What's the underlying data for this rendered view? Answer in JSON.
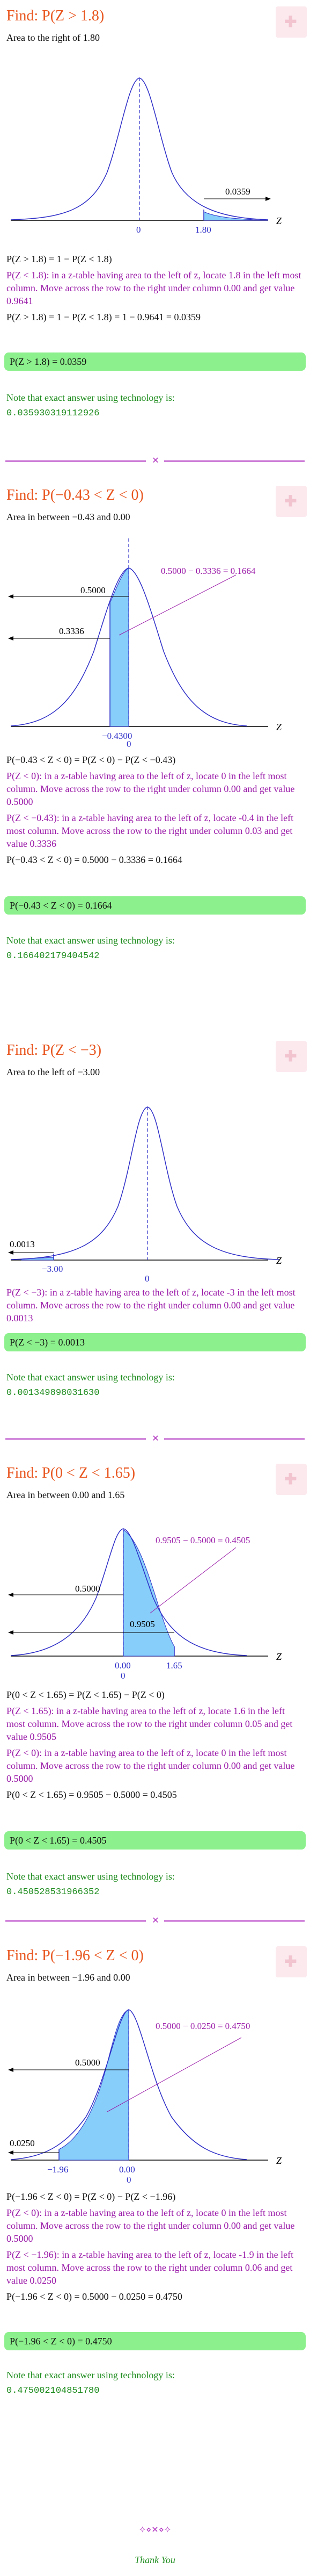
{
  "sections": [
    {
      "title": "Find: P(Z > 1.8)",
      "subtitle": "Area to the right of 1.80",
      "graph": {
        "labels": [
          "0.0359",
          "0",
          "1.80",
          "Z"
        ]
      },
      "lines": [
        {
          "text": "P(Z > 1.8) = 1 − P(Z < 1.8)",
          "purple": false
        },
        {
          "text": "P(Z < 1.8): in a z-table having area to the left of z, locate 1.8 in the left most column. Move across the row to the right under column 0.00 and get value 0.9641",
          "purple": true
        },
        {
          "text": "P(Z > 1.8) = 1 − P(Z < 1.8) = 1 − 0.9641 = 0.0359",
          "purple": false
        }
      ],
      "answer": "P(Z > 1.8) = 0.0359",
      "note": "Note that exact answer using technology is:",
      "tech": "0.035930319112926"
    },
    {
      "title": "Find: P(−0.43 < Z < 0)",
      "subtitle": "Area in between −0.43 and 0.00",
      "graph": {
        "labels": [
          "0.5000 − 0.3336 = 0.1664",
          "0.5000",
          "0.3336",
          "−0.4300",
          "0",
          "Z"
        ]
      },
      "lines": [
        {
          "text": "P(−0.43 < Z < 0) = P(Z < 0) − P(Z < −0.43)",
          "purple": false
        },
        {
          "text": "P(Z < 0): in a z-table having area to the left of z, locate 0 in the left most column. Move across the row to the right under column 0.00 and get value 0.5000",
          "purple": true
        },
        {
          "text": "P(Z < −0.43): in a z-table having area to the left of z, locate -0.4 in the left most column. Move across the row to the right under column 0.03 and get value 0.3336",
          "purple": true
        },
        {
          "text": "P(−0.43 < Z < 0) = 0.5000 − 0.3336 = 0.1664",
          "purple": false
        }
      ],
      "answer": "P(−0.43 < Z < 0) = 0.1664",
      "note": "Note that exact answer using technology is:",
      "tech": "0.166402179404542"
    },
    {
      "title": "Find: P(Z < −3)",
      "subtitle": "Area to the left of −3.00",
      "graph": {
        "labels": [
          "0.0013",
          "−3.00",
          "0",
          "Z"
        ]
      },
      "lines": [
        {
          "text": "P(Z < −3): in a z-table having area to the left of z, locate -3 in the left most column. Move across the row to the right under column 0.00 and get value 0.0013",
          "purple": true
        }
      ],
      "answer": "P(Z < −3) = 0.0013",
      "note": "Note that exact answer using technology is:",
      "tech": "0.001349898031630"
    },
    {
      "title": "Find: P(0 < Z < 1.65)",
      "subtitle": "Area in between 0.00 and 1.65",
      "graph": {
        "labels": [
          "0.9505 − 0.5000 = 0.4505",
          "0.5000",
          "0.9505",
          "0.00",
          "1.65",
          "0",
          "Z"
        ]
      },
      "lines": [
        {
          "text": "P(0 < Z < 1.65) = P(Z < 1.65) − P(Z < 0)",
          "purple": false
        },
        {
          "text": "P(Z < 1.65): in a z-table having area to the left of z, locate 1.6 in the left most column. Move across the row to the right under column 0.05 and get value 0.9505",
          "purple": true
        },
        {
          "text": "P(Z < 0): in a z-table having area to the left of z, locate 0 in the left most column. Move across the row to the right under column 0.00 and get value 0.5000",
          "purple": true
        },
        {
          "text": "P(0 < Z < 1.65) = 0.9505 − 0.5000 = 0.4505",
          "purple": false
        }
      ],
      "answer": "P(0 < Z < 1.65) = 0.4505",
      "note": "Note that exact answer using technology is:",
      "tech": "0.450528531966352"
    },
    {
      "title": "Find: P(−1.96 < Z < 0)",
      "subtitle": "Area in between −1.96 and 0.00",
      "graph": {
        "labels": [
          "0.5000 − 0.0250 = 0.4750",
          "0.5000",
          "0.0250",
          "−1.96",
          "0.00",
          "0",
          "Z"
        ]
      },
      "lines": [
        {
          "text": "P(−1.96 < Z < 0) = P(Z < 0) − P(Z < −1.96)",
          "purple": false
        },
        {
          "text": "P(Z < 0): in a z-table having area to the left of z, locate 0 in the left most column. Move across the row to the right under column 0.00 and get value 0.5000",
          "purple": true
        },
        {
          "text": "P(Z < −1.96): in a z-table having area to the left of z, locate -1.9 in the left most column. Move across the row to the right under column 0.06 and get value 0.0250",
          "purple": true
        },
        {
          "text": "P(−1.96 < Z < 0) = 0.5000 − 0.0250 = 0.4750",
          "purple": false
        }
      ],
      "answer": "P(−1.96 < Z < 0) = 0.4750",
      "note": "Note that exact answer using technology is:",
      "tech": "0.475002104851780"
    }
  ],
  "footer": {
    "thank_you": "Thank You"
  },
  "colors": {
    "title": "#e8561f",
    "explanation": "#9a1aa8",
    "answer_bg": "#8cf08c",
    "shade": "#87cefa",
    "curve": "#2d2dc8",
    "note": "#1e8c1e"
  }
}
